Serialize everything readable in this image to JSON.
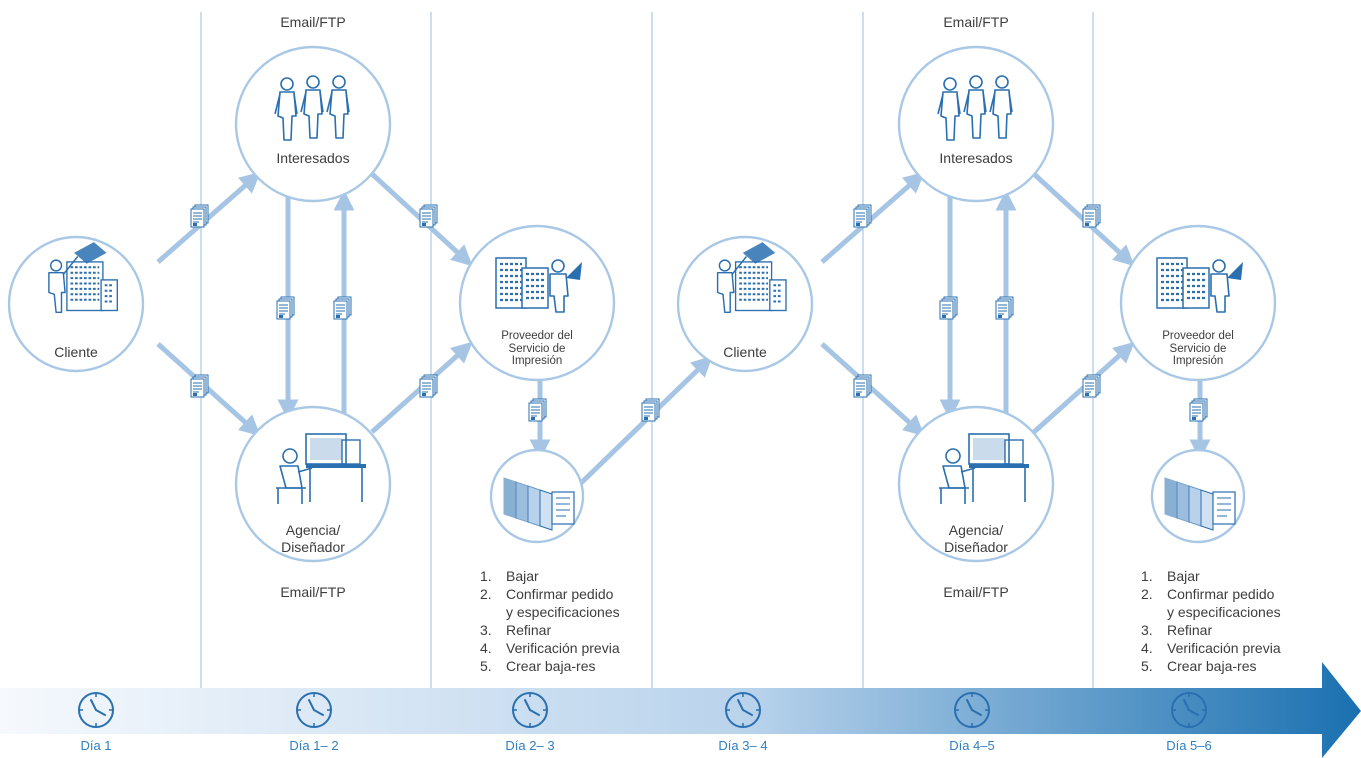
{
  "labels": {
    "email_ftp": "Email/FTP",
    "interesados": "Interesados",
    "cliente": "Cliente",
    "agencia_line1": "Agencia/",
    "agencia_line2": "Diseñador",
    "proveedor_line1": "Proveedor del",
    "proveedor_line2": "Servicio de",
    "proveedor_line3": "Impresión"
  },
  "steps": [
    {
      "num": "1.",
      "text": "Bajar"
    },
    {
      "num": "2.",
      "text": "Confirmar pedido"
    },
    {
      "num": "",
      "text": "y especificaciones"
    },
    {
      "num": "3.",
      "text": "Refinar"
    },
    {
      "num": "4.",
      "text": "Verificación previa"
    },
    {
      "num": "5.",
      "text": "Crear baja-res"
    }
  ],
  "timeline": {
    "days": [
      "Día  1",
      "Día 1– 2",
      "Día 2– 3",
      "Día 3– 4",
      "Día 4–5",
      "Día 5–6"
    ]
  },
  "colors": {
    "line": "#a9c8e6",
    "arrow": "#a6c4e3",
    "icon": "#2a6fb0",
    "timeline_start": "#f4f8fc",
    "timeline_end": "#1a70b0",
    "day_text": "#2f7fc1"
  },
  "icons": [
    "people-icon",
    "building-person-icon",
    "designer-workstation-icon",
    "print-provider-icon",
    "document-stack-icon",
    "proof-pages-icon",
    "clock-icon"
  ]
}
